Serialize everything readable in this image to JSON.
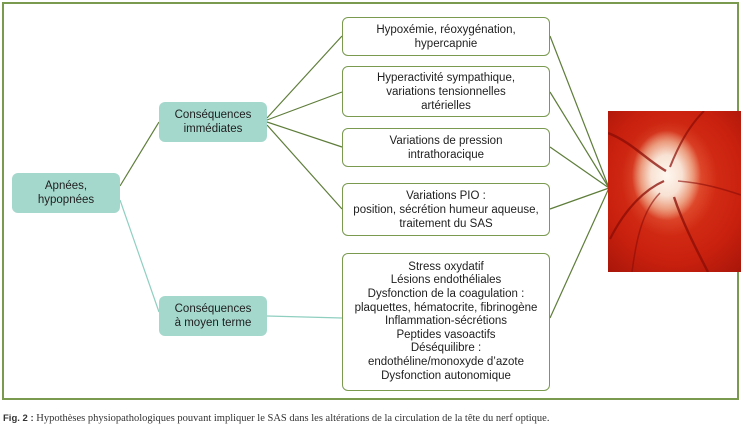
{
  "diagram": {
    "root": "Apnées,\nhypopnées",
    "immediate": "Conséquences\nimmédiates",
    "midterm": "Conséquences\nà moyen terme",
    "immediate_items": [
      "Hypoxémie, réoxygénation,\nhypercapnie",
      "Hyperactivité sympathique,\nvariations tensionnelles\nartérielles",
      "Variations de pression\nintrathoracique",
      "Variations PIO :\nposition, sécrétion humeur aqueuse,\ntraitement du SAS"
    ],
    "midterm_items": "Stress oxydatif\nLésions endothéliales\nDysfonction de la coagulation :\nplaquettes, hématocrite, fibrinogène\nInflammation-sécrétions\nPeptides vasoactifs\nDéséquilibre :\nendothéline/monoxyde d’azote\nDysfonction autonomique"
  },
  "caption": {
    "label": "Fig. 2 :",
    "text": " Hypothèses physiopathologiques pouvant impliquer le SAS dans les altérations de la circulation de la tête du nerf optique."
  },
  "colors": {
    "teal": "#a5d8cc",
    "border": "#7a9a50",
    "line_green": "#5e7d3a",
    "line_teal": "#8fcfc0"
  },
  "image": {
    "name": "optic-disc-fundus-photo"
  }
}
